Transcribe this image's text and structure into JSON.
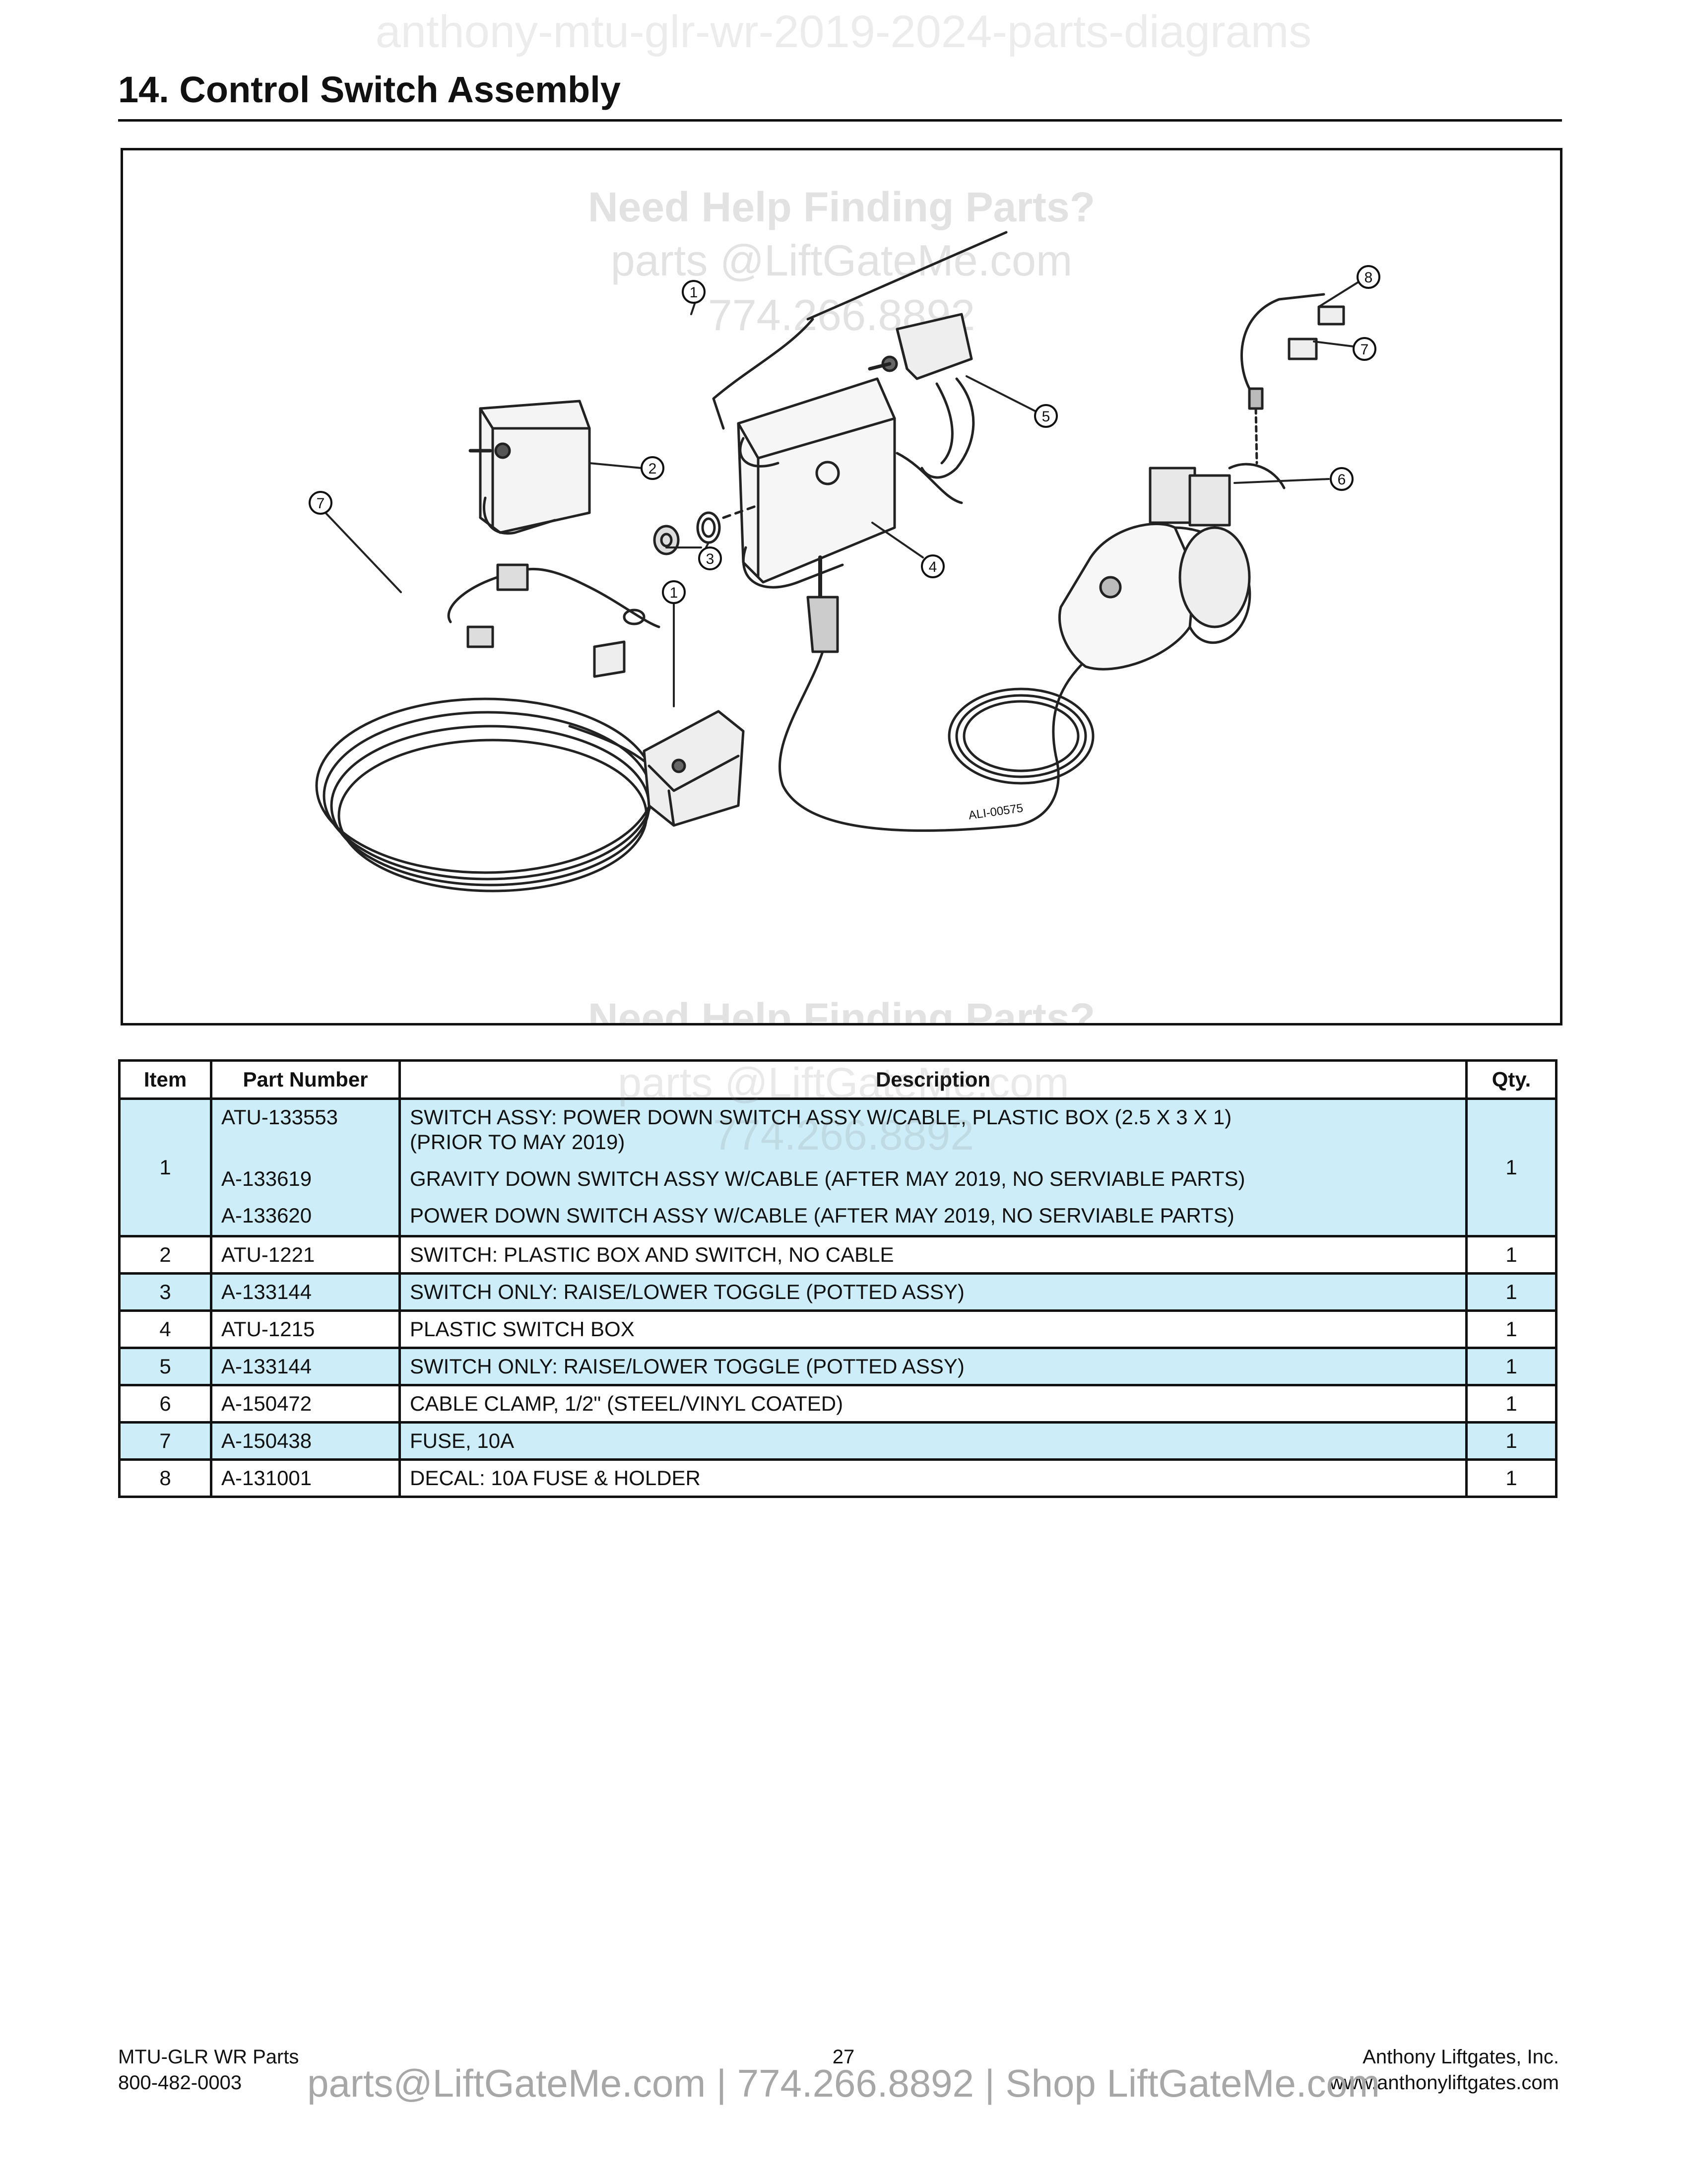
{
  "watermark_top": "anthony-mtu-glr-wr-2019-2024-parts-diagrams",
  "section_title": "14. Control Switch Assembly",
  "diagram": {
    "watermark": {
      "line1": "Need Help Finding Parts?",
      "line2": "parts @LiftGateMe.com",
      "line3": "774.266.8892"
    },
    "callouts": [
      "1",
      "2",
      "3",
      "4",
      "5",
      "6",
      "7",
      "1",
      "7",
      "8"
    ],
    "drawing_number": "ALI-00575"
  },
  "table": {
    "headers": {
      "item": "Item",
      "part_number": "Part Number",
      "description": "Description",
      "qty": "Qty."
    },
    "row1": {
      "item": "1",
      "qty": "1",
      "parts": [
        "ATU-133553",
        "A-133619",
        "A-133620"
      ],
      "descriptions": [
        "SWITCH ASSY: POWER DOWN SWITCH ASSY W/CABLE, PLASTIC BOX (2.5 X 3 X 1)",
        "(PRIOR TO MAY 2019)",
        "GRAVITY DOWN  SWITCH ASSY W/CABLE (AFTER MAY 2019, NO SERVIABLE PARTS)",
        "POWER DOWN  SWITCH ASSY W/CABLE (AFTER MAY 2019, NO SERVIABLE PARTS)"
      ]
    },
    "rows": [
      {
        "item": "2",
        "part": "ATU-1221",
        "description": "SWITCH: PLASTIC BOX AND SWITCH, NO CABLE",
        "qty": "1"
      },
      {
        "item": "3",
        "part": "A-133144",
        "description": "SWITCH ONLY: RAISE/LOWER TOGGLE (POTTED ASSY)",
        "qty": "1"
      },
      {
        "item": "4",
        "part": "ATU-1215",
        "description": "PLASTIC SWITCH BOX",
        "qty": "1"
      },
      {
        "item": "5",
        "part": "A-133144",
        "description": "SWITCH ONLY: RAISE/LOWER TOGGLE (POTTED ASSY)",
        "qty": "1"
      },
      {
        "item": "6",
        "part": "A-150472",
        "description": "CABLE CLAMP, 1/2\" (STEEL/VINYL COATED)",
        "qty": "1"
      },
      {
        "item": "7",
        "part": "A-150438",
        "description": "FUSE, 10A",
        "qty": "1"
      },
      {
        "item": "8",
        "part": "A-131001",
        "description": "DECAL: 10A FUSE & HOLDER",
        "qty": "1"
      }
    ]
  },
  "footer": {
    "left_line1": "MTU-GLR WR Parts",
    "left_line2": "800-482-0003",
    "page_number": "27",
    "right_line1": "Anthony Liftgates, Inc.",
    "right_line2": "www.anthonyliftgates.com",
    "promo": "parts@LiftGateMe.com | 774.266.8892 | Shop LiftGateMe.com"
  },
  "colors": {
    "row_highlight": "#cdeef8",
    "border": "#111111"
  }
}
